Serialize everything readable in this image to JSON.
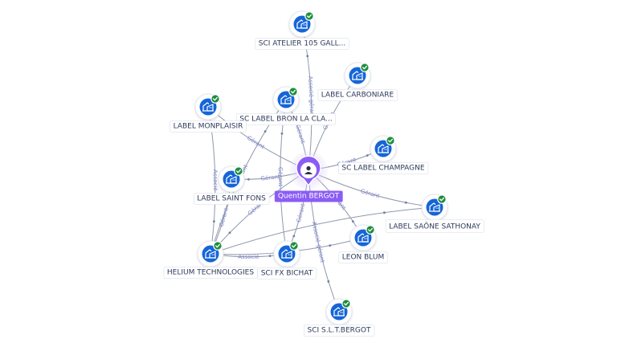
{
  "center": {
    "name": "Quentin BERGOT",
    "icon": "person-icon",
    "color": "#8b5cf6"
  },
  "colors": {
    "company_icon_bg": "#1565d8",
    "check_badge": "#1e8e3e",
    "edge": "#8f98ab",
    "edge_label": "#7c84c8"
  },
  "companies": [
    {
      "id": "atelier",
      "name": "SCI ATELIER 105 GALL...",
      "icon": "building-icon",
      "badge": "check-icon"
    },
    {
      "id": "carboniare",
      "name": "LABEL CARBONIARE",
      "icon": "building-icon",
      "badge": "check-icon"
    },
    {
      "id": "bron",
      "name": "SC LABEL BRON LA CLA...",
      "icon": "building-icon",
      "badge": "check-icon"
    },
    {
      "id": "monplaisir",
      "name": "LABEL MONPLAISIR",
      "icon": "building-icon",
      "badge": "check-icon"
    },
    {
      "id": "champagne",
      "name": "SC LABEL CHAMPAGNE",
      "icon": "building-icon",
      "badge": "check-icon"
    },
    {
      "id": "saintfons",
      "name": "LABEL SAINT FONS",
      "icon": "building-icon",
      "badge": "check-icon"
    },
    {
      "id": "sathonay",
      "name": "LABEL SAÔNE SATHONAY",
      "icon": "building-icon",
      "badge": "check-icon"
    },
    {
      "id": "leonblum",
      "name": "LEON BLUM",
      "icon": "building-icon",
      "badge": "check-icon"
    },
    {
      "id": "helium",
      "name": "HELIUM TECHNOLOGIES",
      "icon": "building-icon",
      "badge": "check-icon"
    },
    {
      "id": "fxbichat",
      "name": "SCI FX BICHAT",
      "icon": "building-icon",
      "badge": "check-icon"
    },
    {
      "id": "slt",
      "name": "SCI S.L.T.BERGOT",
      "icon": "building-icon",
      "badge": "check-icon"
    }
  ],
  "edges": [
    {
      "from": "center",
      "to": "atelier",
      "label": "Associé-gérant"
    },
    {
      "from": "center",
      "to": "carboniare",
      "label": "Gérant"
    },
    {
      "from": "center",
      "to": "bron",
      "label": "Gérant"
    },
    {
      "from": "center",
      "to": "monplaisir",
      "label": "Gérant"
    },
    {
      "from": "center",
      "to": "champagne",
      "label": "Gérant"
    },
    {
      "from": "center",
      "to": "saintfons",
      "label": "Gérant"
    },
    {
      "from": "center",
      "to": "sathonay",
      "label": "Gérant"
    },
    {
      "from": "center",
      "to": "leonblum",
      "label": "Gérant"
    },
    {
      "from": "center",
      "to": "helium",
      "label": "Gérant"
    },
    {
      "from": "center",
      "to": "fxbichat",
      "label": "Gérant"
    },
    {
      "from": "center",
      "to": "slt",
      "label": "Associé-gérant"
    },
    {
      "from": "monplaisir",
      "to": "helium",
      "label": "Associé"
    },
    {
      "from": "helium",
      "to": "saintfons",
      "label": "Gérant"
    },
    {
      "from": "helium",
      "to": "bron",
      "label": "Gérant"
    },
    {
      "from": "helium",
      "to": "leonblum",
      "label": "Associé"
    },
    {
      "from": "helium",
      "to": "sathonay",
      "label": ""
    },
    {
      "from": "helium",
      "to": "fxbichat",
      "label": "Associé"
    },
    {
      "from": "fxbichat",
      "to": "bron",
      "label": "Gérant"
    }
  ]
}
